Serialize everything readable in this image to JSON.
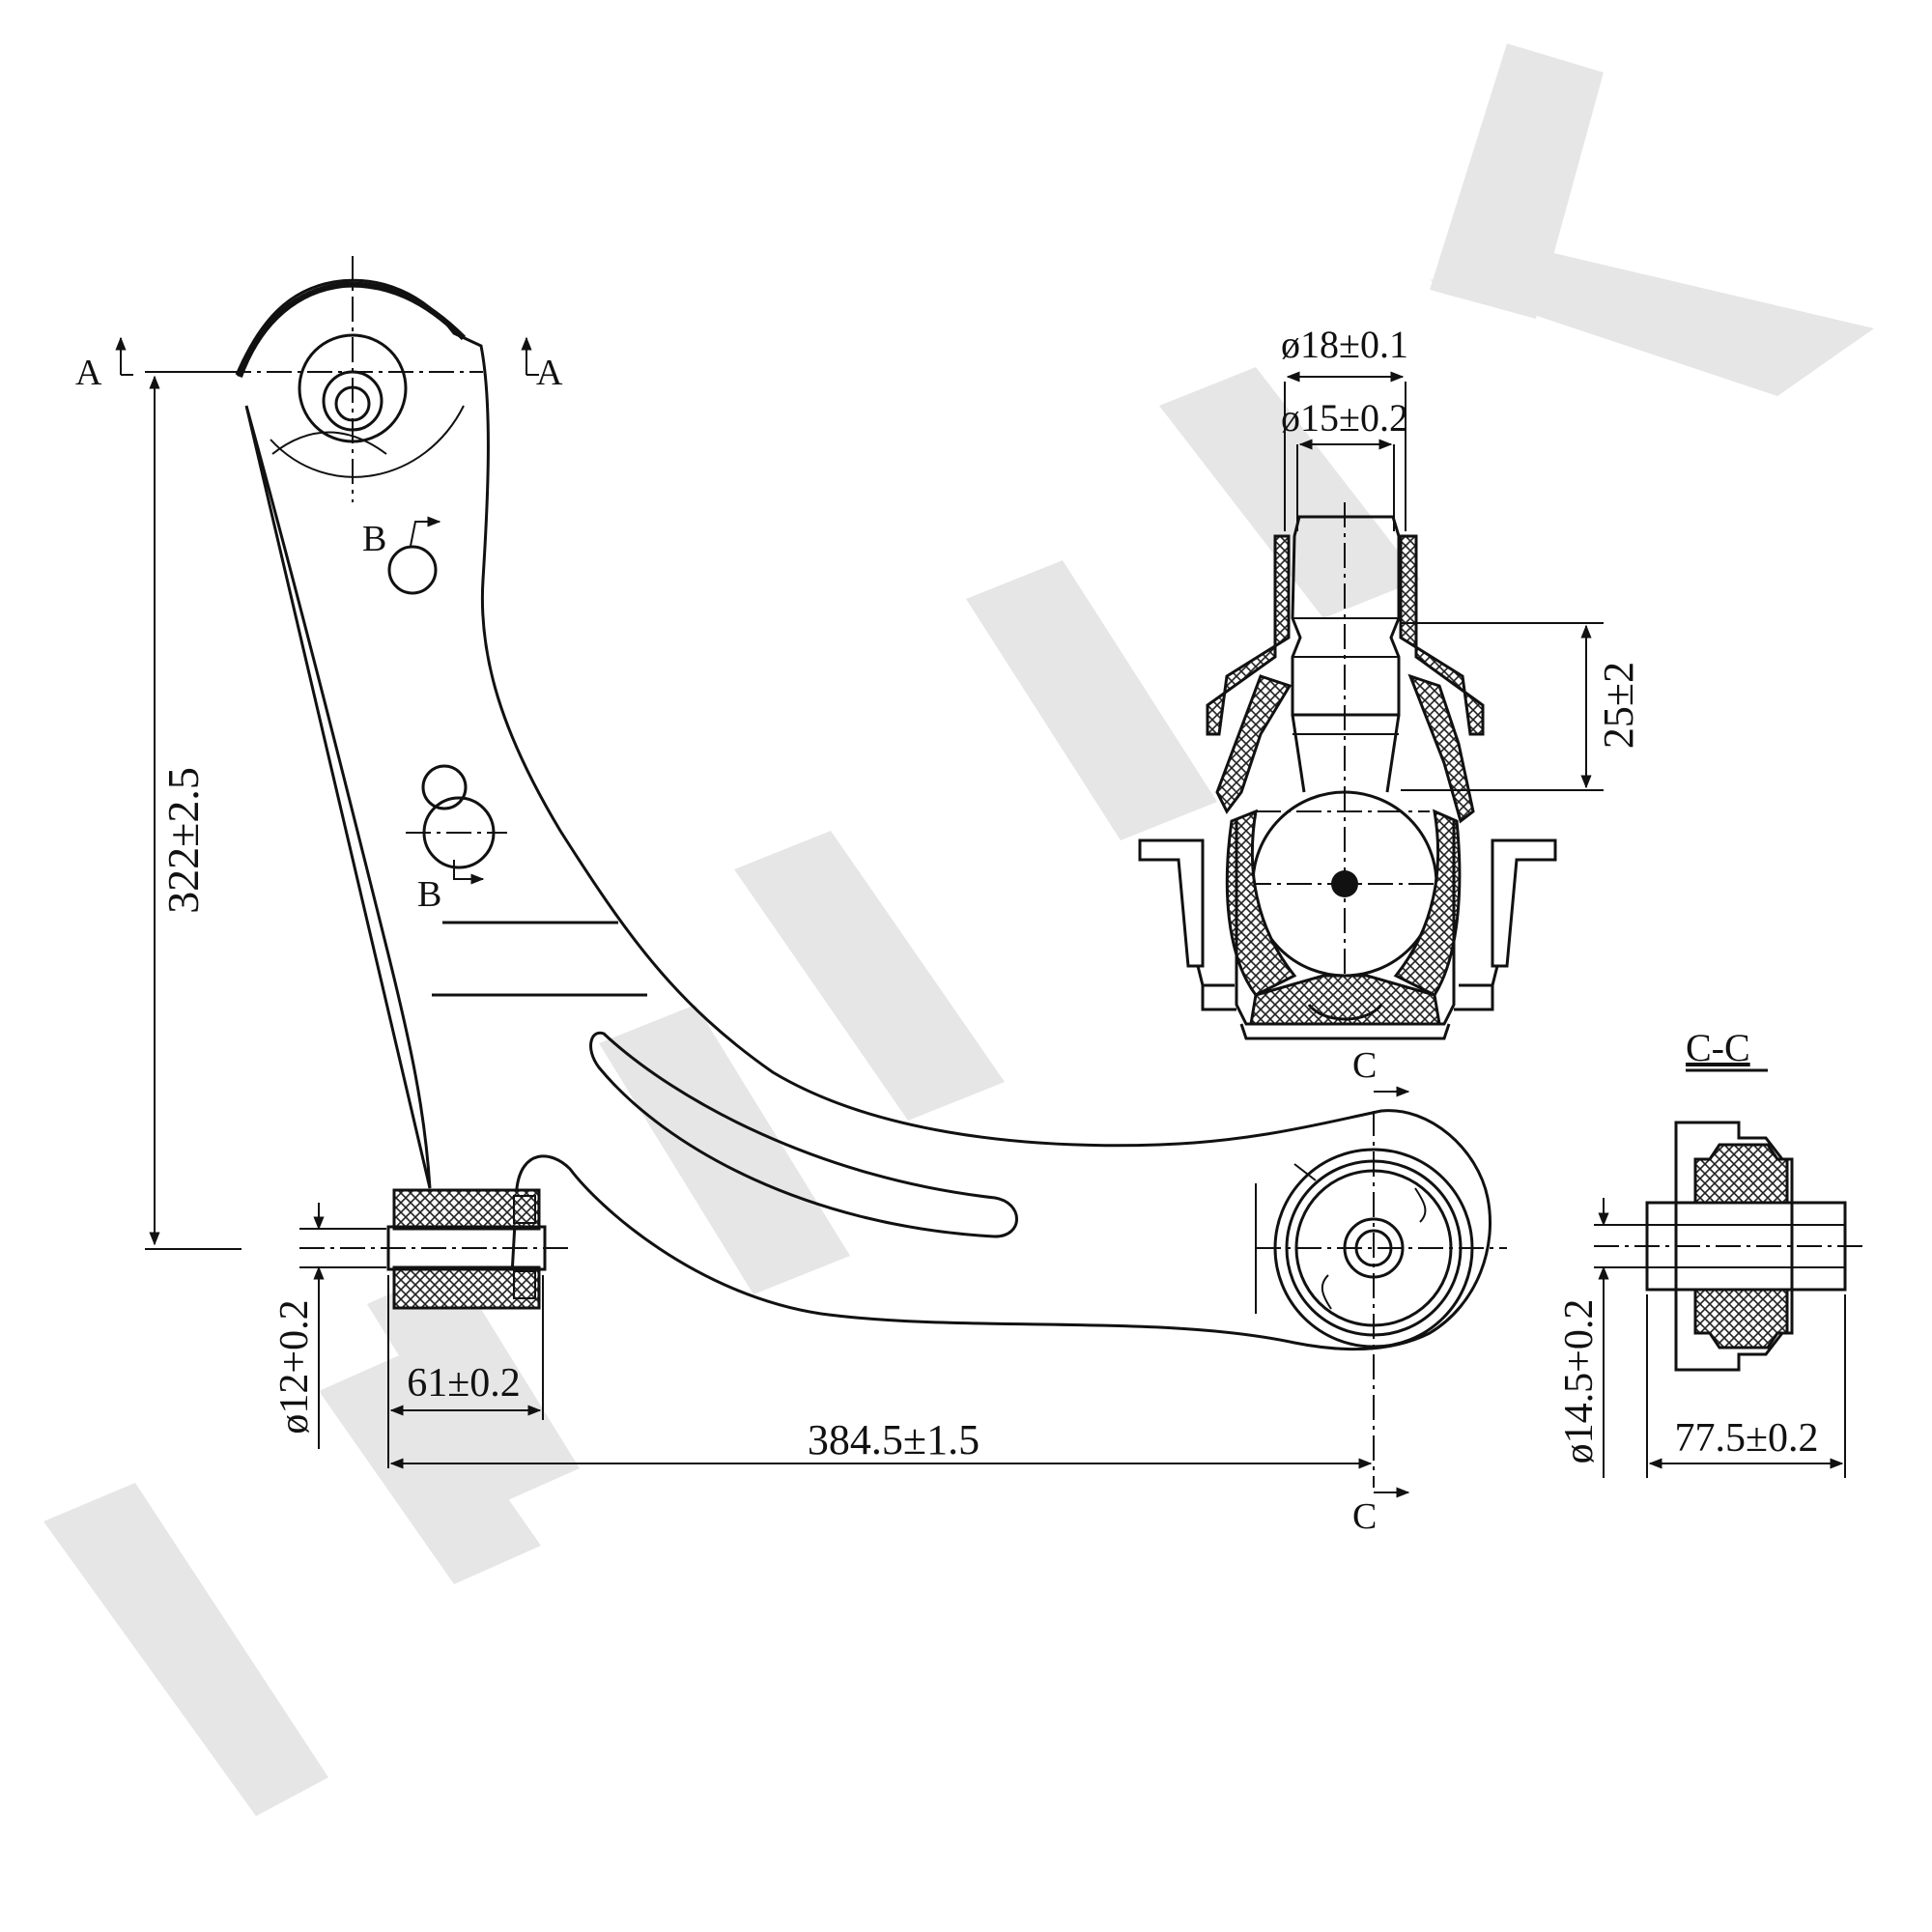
{
  "watermark": {
    "text": "ZENNTEK",
    "color": "#e6e6e6"
  },
  "labels": {
    "section_a_left": "A",
    "section_a_right": "A",
    "section_b_top": "B",
    "section_b_bottom": "B",
    "section_c_top": "C",
    "section_c_bottom": "C",
    "section_cc_title": "C-C"
  },
  "dimensions": {
    "height": "322±2.5",
    "bore_small": "ø12+0.2",
    "bushing_width": "61±0.2",
    "length": "384.5±1.5",
    "stud_outer": "ø18±0.1",
    "stud_inner": "ø15±0.2",
    "stud_height": "25±2",
    "cc_bore": "ø14.5+0.2",
    "cc_width": "77.5±0.2"
  }
}
